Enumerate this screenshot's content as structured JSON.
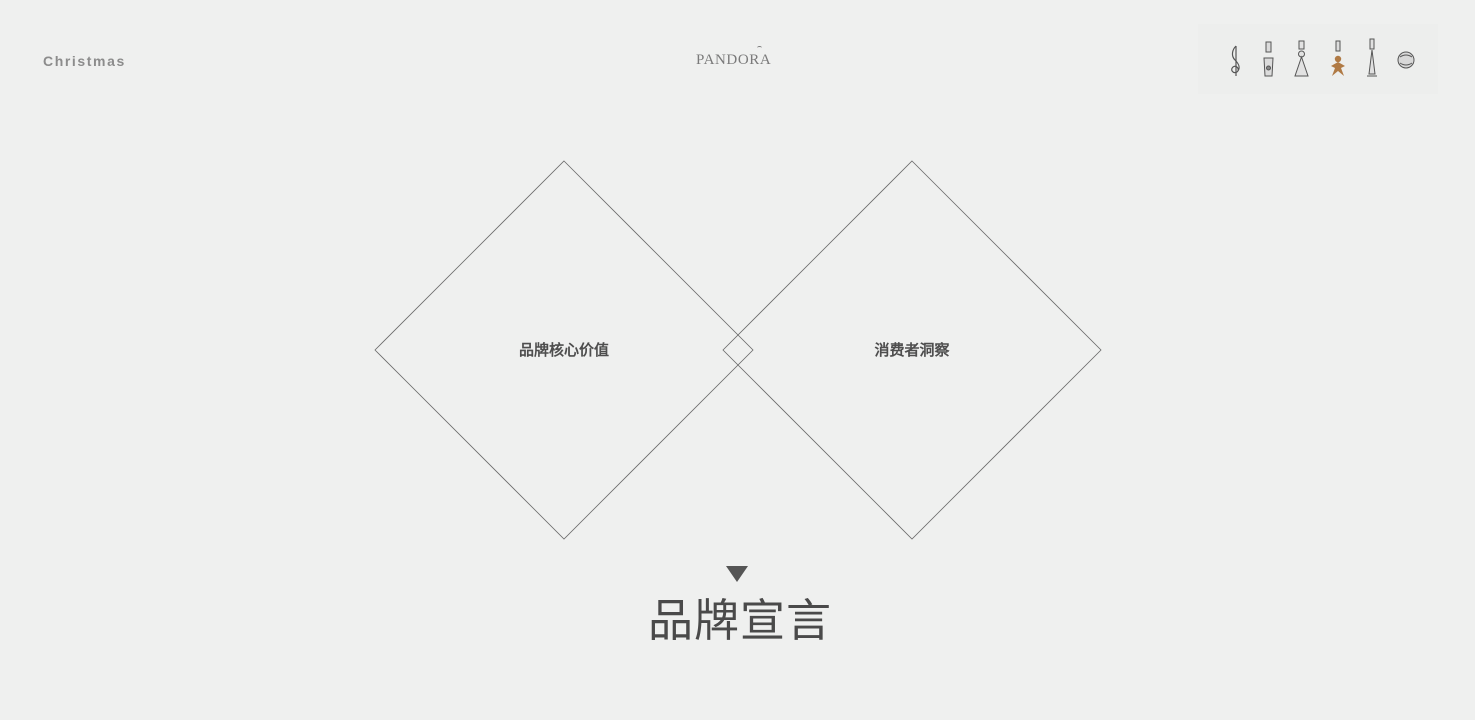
{
  "header": {
    "section_label": "Christmas",
    "brand_logo": "PANDORA"
  },
  "charms": {
    "items": [
      "treble-clef-charm-icon",
      "padlock-charm-icon",
      "christmas-tree-charm-icon",
      "gingerbread-man-charm-icon",
      "eiffel-tower-charm-icon",
      "round-bead-charm-icon"
    ],
    "accent_color": "#b07a45"
  },
  "diagram": {
    "left_node": "品牌核心价值",
    "right_node": "消费者洞察",
    "line_color": "#6a6a6a"
  },
  "footer": {
    "title": "品牌宣言",
    "arrow_icon": "down-triangle-icon"
  },
  "colors": {
    "background": "#eff0ef",
    "text": "#4e4e4e"
  }
}
